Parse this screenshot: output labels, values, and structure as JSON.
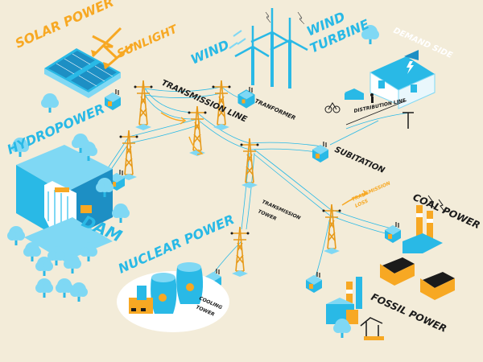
{
  "labels": {
    "solar_power": "SOLAR POWER",
    "sunlight": "SUNLIGHT",
    "wind": "WIND",
    "wind_turbine_line1": "WIND",
    "wind_turbine_line2": "TURBINE",
    "demand_side": "DEMAND SIDE",
    "hydropower": "HYDROPOWER",
    "transmission_line": "TRANSMISSION LINE",
    "tranformer": "TRANFORMER",
    "distribution_line": "DISTRIBUTION LINE",
    "subitation": "SUBITATION",
    "transmission_tower_line1": "TRANSMISSION",
    "transmission_tower_line2": "TOWER",
    "transmission_loss_line1": "TRANSMISSION",
    "transmission_loss_line2": "LOSS",
    "dam": "DAM",
    "coal_power": "COAL POWER",
    "nuclear_power": "NUCLEAR POWER",
    "cooling_tower_line1": "COOLING",
    "cooling_tower_line2": "TOWER",
    "fossil_power": "FOSSIL POWER"
  },
  "colors": {
    "background": "#f3ecd9",
    "orange": "#f7a823",
    "cyan": "#29b9e6",
    "light_cyan": "#7fd8f4",
    "dark": "#1b1b1b",
    "white": "#ffffff"
  }
}
